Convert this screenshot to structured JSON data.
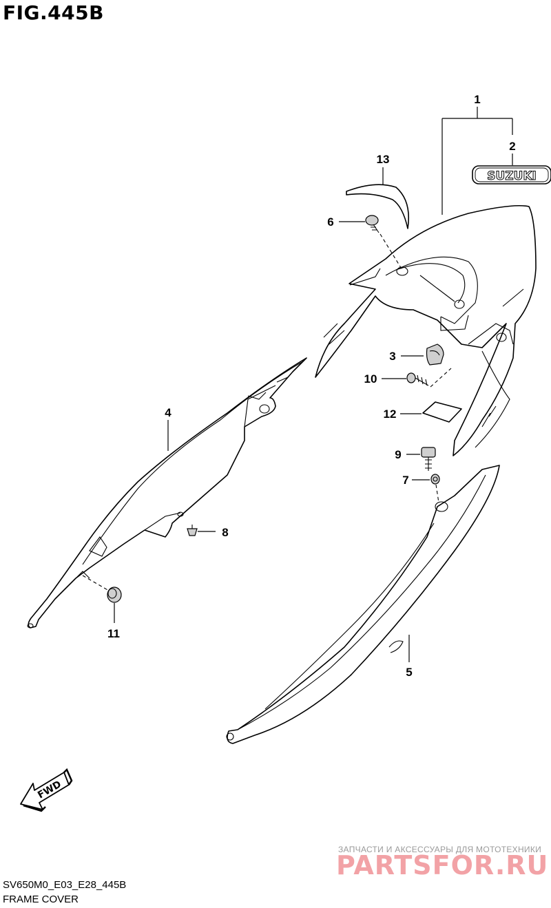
{
  "figure": {
    "title": "FIG.445B"
  },
  "callouts": [
    "1",
    "2",
    "3",
    "4",
    "5",
    "6",
    "7",
    "8",
    "9",
    "10",
    "11",
    "12",
    "13"
  ],
  "emblem": {
    "text": "SUZUKI"
  },
  "fwd_arrow": {
    "text": "FWD"
  },
  "footer": {
    "code": "SV650M0_E03_E28_445B",
    "name": "FRAME COVER"
  },
  "watermark": {
    "tagline": "ЗАПЧАСТИ И АКСЕССУАРЫ ДЛЯ МОТОТЕХНИКИ",
    "brand": "PARTSFOR.RU",
    "color": "#f2a2a6"
  }
}
